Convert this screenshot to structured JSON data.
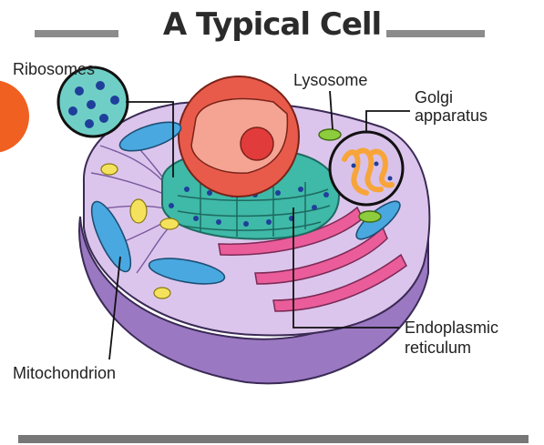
{
  "title": "A Typical Cell",
  "labels": {
    "ribosomes": "Ribosomes",
    "lysosome": "Lysosome",
    "golgi_line1": "Golgi",
    "golgi_line2": "apparatus",
    "er_line1": "Endoplasmic",
    "er_line2": "reticulum",
    "mitochondrion": "Mitochondrion"
  },
  "colors": {
    "title_text": "#2b2b2b",
    "cytoplasm": "#dcc5ec",
    "cell_base": "#9b78c2",
    "nucleus_outer": "#e85b4b",
    "nucleus_inner": "#f5a494",
    "nucleolus": "#e23b3b",
    "rough_er": "#3fb9a8",
    "mitochondria": "#4aa8e0",
    "golgi": "#f7a53a",
    "lysosome": "#8ccc3d",
    "smooth_er": "#ea5d9a",
    "vesicle": "#f4e25c",
    "ribosome": "#1f3f9a",
    "side_circle": "#f06020"
  }
}
